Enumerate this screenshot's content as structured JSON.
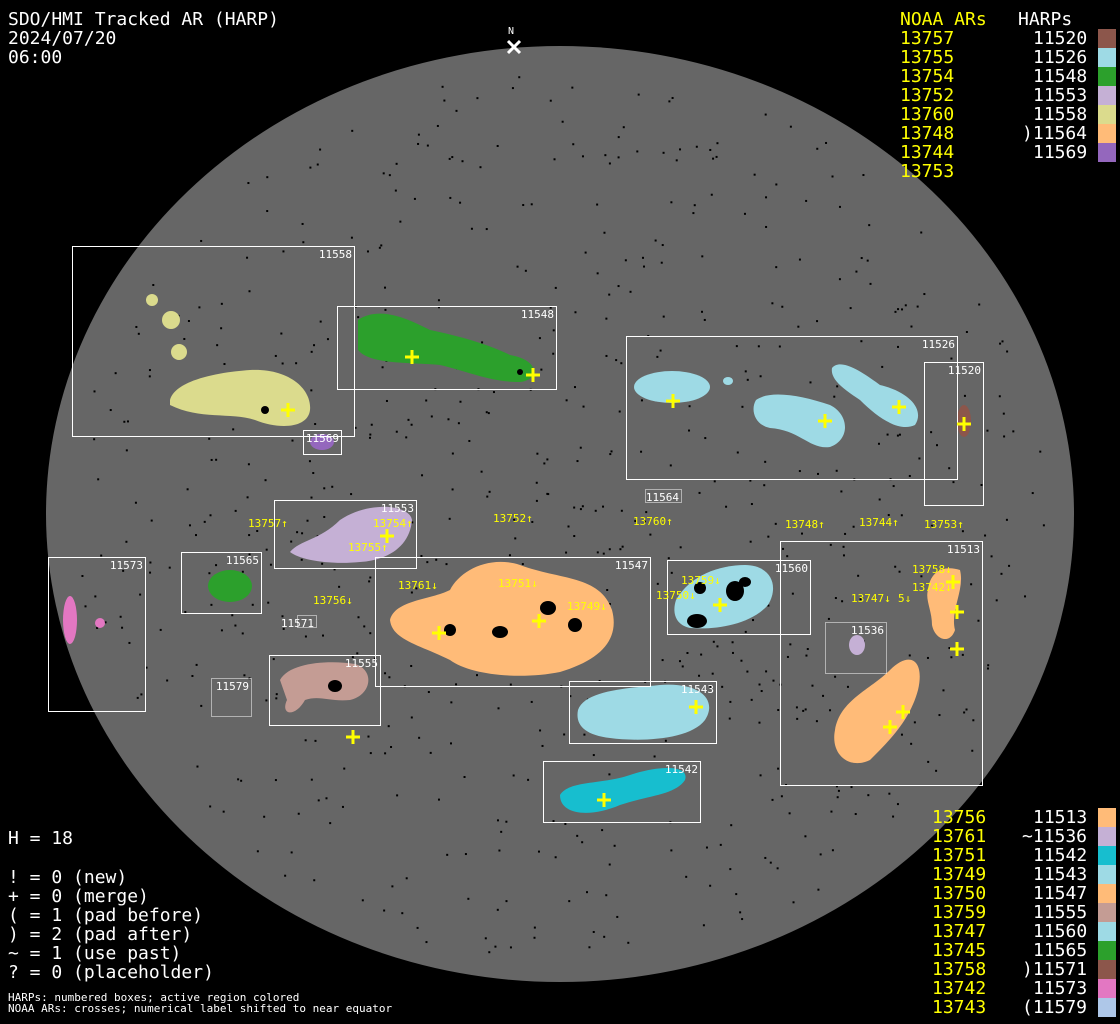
{
  "header": {
    "title": "SDO/HMI Tracked AR (HARP)",
    "date": "2024/07/20",
    "time": "06:00",
    "north": "N"
  },
  "stats": {
    "h": "H = 18",
    "lines": [
      "! = 0 (new)",
      "+ = 0 (merge)",
      "( = 1 (pad before)",
      ") = 2 (pad after)",
      "~ = 1 (use past)",
      "? = 0 (placeholder)"
    ]
  },
  "footnote": [
    "HARPs: numbered boxes; active region colored",
    "NOAA ARs: crosses; numerical label shifted to near equator"
  ],
  "legend_top": {
    "noaa_header": "NOAA ARs",
    "harp_header": "HARPs",
    "noaa": [
      "13757",
      "13755",
      "13754",
      "13752",
      "13760",
      "13748",
      "13744",
      "13753"
    ],
    "harps": [
      {
        "label": "11520",
        "color": "#8c564b"
      },
      {
        "label": "11526",
        "color": "#9edae5"
      },
      {
        "label": "11548",
        "color": "#2ca02c"
      },
      {
        "label": "11553",
        "color": "#c5b0d5"
      },
      {
        "label": "11558",
        "color": "#dbdb8d"
      },
      {
        "label": ")11564",
        "color": "#ffbb78"
      },
      {
        "label": "11569",
        "color": "#9467bd"
      }
    ]
  },
  "legend_bottom": {
    "noaa": [
      "13756",
      "13761",
      "13751",
      "13749",
      "13750",
      "13759",
      "13747",
      "13745",
      "13758",
      "13742",
      "13743"
    ],
    "harps": [
      {
        "label": "11513",
        "color": "#ffbb78"
      },
      {
        "label": "~11536",
        "color": "#c5b0d5"
      },
      {
        "label": "11542",
        "color": "#17becf"
      },
      {
        "label": "11543",
        "color": "#9edae5"
      },
      {
        "label": "11547",
        "color": "#ffbb78"
      },
      {
        "label": "11555",
        "color": "#c49c94"
      },
      {
        "label": "11560",
        "color": "#9edae5"
      },
      {
        "label": "11565",
        "color": "#2ca02c"
      },
      {
        "label": ")11571",
        "color": "#8c564b"
      },
      {
        "label": "11573",
        "color": "#e377c2"
      },
      {
        "label": "(11579",
        "color": "#aec7e8"
      }
    ]
  },
  "harp_boxes": [
    "11558",
    "11548",
    "11569",
    "11526",
    "11520",
    "11564",
    "11553",
    "11565",
    "11573",
    "11547",
    "11560",
    "11513",
    "11536",
    "11571",
    "11579",
    "11555",
    "11543",
    "11542"
  ],
  "noaa_labels": [
    "13757↑",
    "13754↑",
    "13755↑",
    "13752↑",
    "13760↑",
    "13748↑",
    "13744↑",
    "13753↑",
    "13761↓",
    "13751↓",
    "13749↓",
    "13756↓",
    "13759↓",
    "13750↓",
    "13747↓",
    "5↓",
    "13758↓",
    "13742↓"
  ],
  "colors": {
    "disk": "#666666",
    "label": "#ffff00",
    "box": "#ffffff"
  }
}
